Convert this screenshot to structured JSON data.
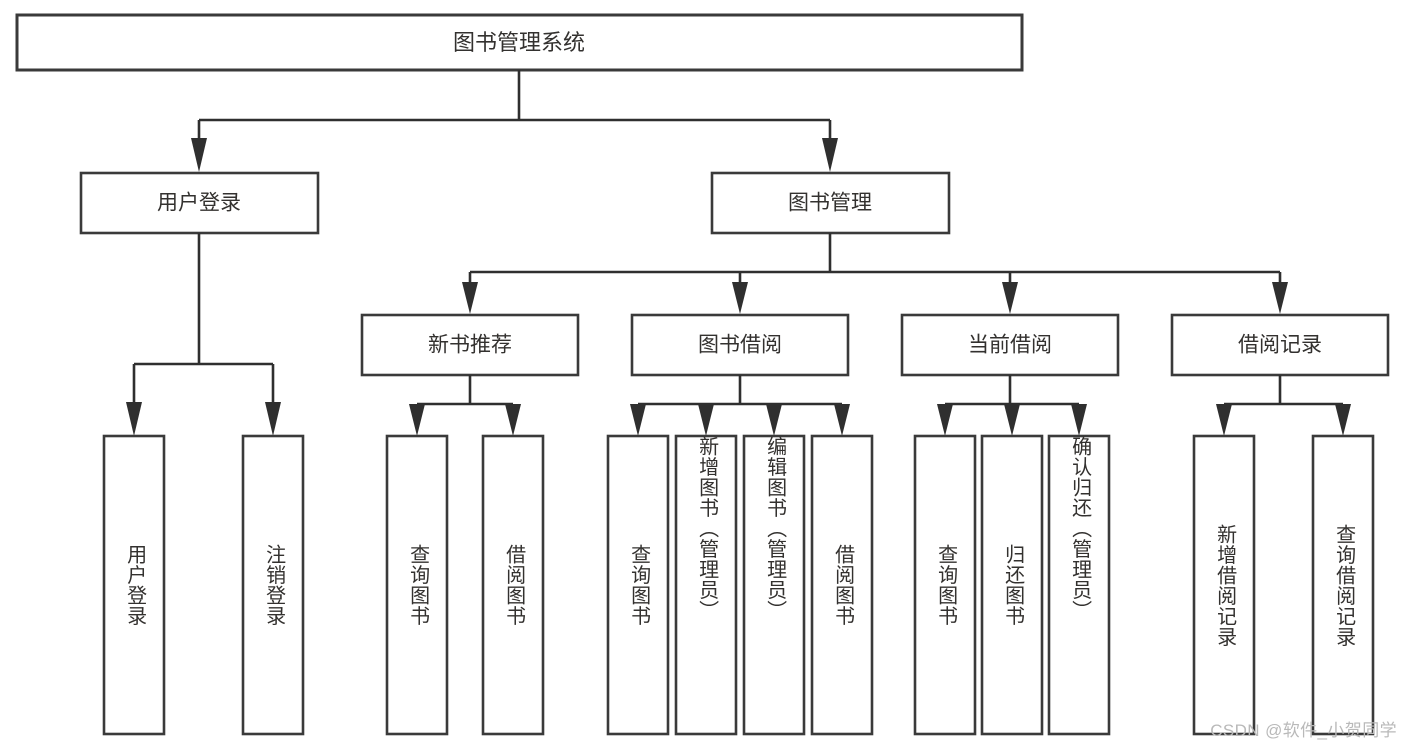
{
  "diagram": {
    "type": "tree-hierarchy-chart",
    "title": "图书管理系统",
    "orientation": "top-down",
    "style": {
      "box_fill": "#ffffff",
      "box_stroke": "#3a3a3a",
      "connector_color": "#2f2f2f",
      "text_color": "#33312f",
      "background": "#ffffff",
      "watermark_color": "#b9b9b9"
    },
    "root": {
      "label": "图书管理系统",
      "orientation": "horizontal"
    },
    "level1": [
      {
        "label": "用户登录",
        "orientation": "horizontal"
      },
      {
        "label": "图书管理",
        "orientation": "horizontal"
      }
    ],
    "level2": [
      {
        "label": "新书推荐",
        "orientation": "horizontal",
        "parent": "图书管理"
      },
      {
        "label": "图书借阅",
        "orientation": "horizontal",
        "parent": "图书管理"
      },
      {
        "label": "当前借阅",
        "orientation": "horizontal",
        "parent": "图书管理"
      },
      {
        "label": "借阅记录",
        "orientation": "horizontal",
        "parent": "图书管理"
      }
    ],
    "leaves": {
      "user_login": [
        {
          "label": "用户登录",
          "orientation": "vertical"
        },
        {
          "label": "注销登录",
          "orientation": "vertical"
        }
      ],
      "new_book_recommend": [
        {
          "label": "查询图书",
          "orientation": "vertical"
        },
        {
          "label": "借阅图书",
          "orientation": "vertical"
        }
      ],
      "book_borrow": [
        {
          "label": "查询图书",
          "orientation": "vertical"
        },
        {
          "label": "新增图书（管理员）",
          "orientation": "vertical"
        },
        {
          "label": "编辑图书（管理员）",
          "orientation": "vertical"
        },
        {
          "label": "借阅图书",
          "orientation": "vertical"
        }
      ],
      "current_borrow": [
        {
          "label": "查询图书",
          "orientation": "vertical"
        },
        {
          "label": "归还图书",
          "orientation": "vertical"
        },
        {
          "label": "确认归还（管理员）",
          "orientation": "vertical"
        }
      ],
      "borrow_record": [
        {
          "label": "新增借阅记录",
          "orientation": "vertical"
        },
        {
          "label": "查询借阅记录",
          "orientation": "vertical"
        }
      ]
    },
    "watermark": "CSDN @软件_小贺同学"
  }
}
